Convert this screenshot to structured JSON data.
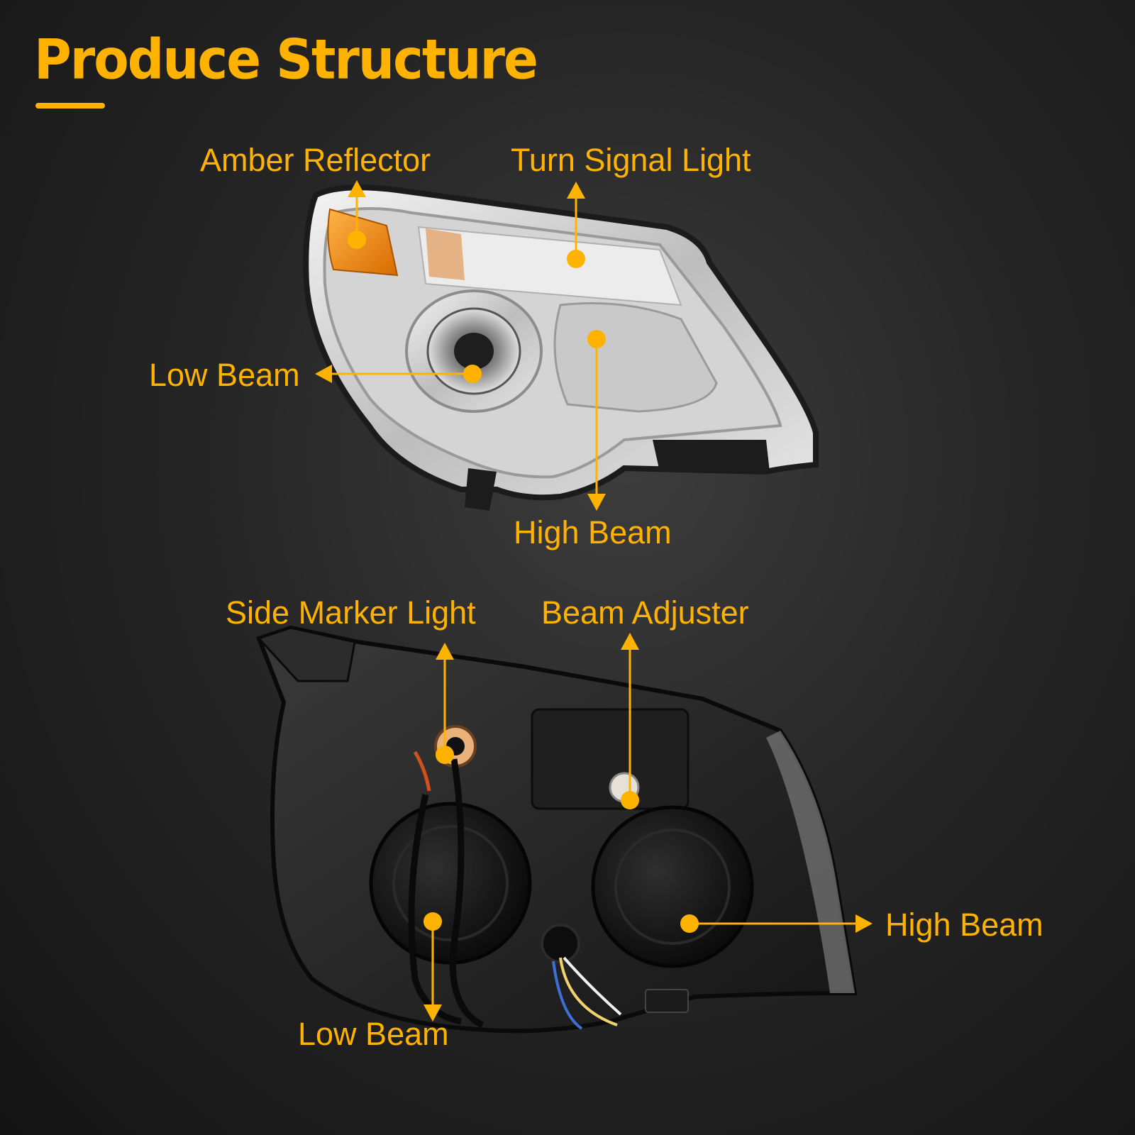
{
  "title": "Produce Structure",
  "accent_color": "#ffb300",
  "front_view": {
    "labels": {
      "amber_reflector": "Amber Reflector",
      "turn_signal_light": "Turn Signal Light",
      "low_beam": "Low Beam",
      "high_beam": "High Beam"
    }
  },
  "rear_view": {
    "labels": {
      "side_marker_light": "Side Marker Light",
      "beam_adjuster": "Beam Adjuster",
      "high_beam": "High Beam",
      "low_beam": "Low Beam"
    }
  }
}
